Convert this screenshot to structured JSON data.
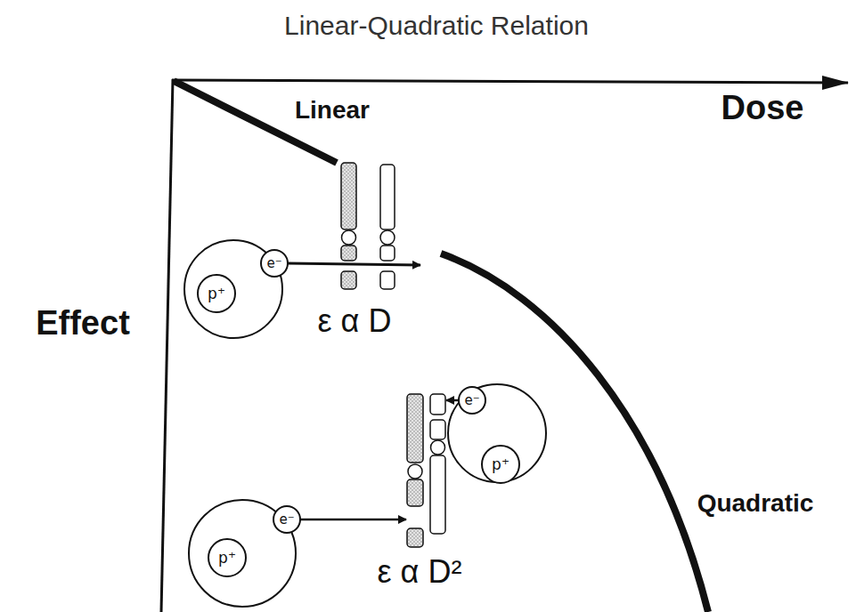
{
  "diagram": {
    "title": "Linear-Quadratic Relation",
    "nodes": [
      {
        "text": [
          "e⁻"
        ]
      },
      {
        "text": [
          "p⁺"
        ]
      },
      {
        "text": [
          "e⁻"
        ]
      },
      {
        "text": [
          "p⁺"
        ]
      },
      {
        "text": [
          "e⁻"
        ]
      },
      {
        "text": [
          "p⁺"
        ]
      }
    ],
    "labels": [
      "Linear",
      "Dose",
      "Effect",
      "ε α D",
      "Quadratic",
      "ε α D²"
    ]
  }
}
